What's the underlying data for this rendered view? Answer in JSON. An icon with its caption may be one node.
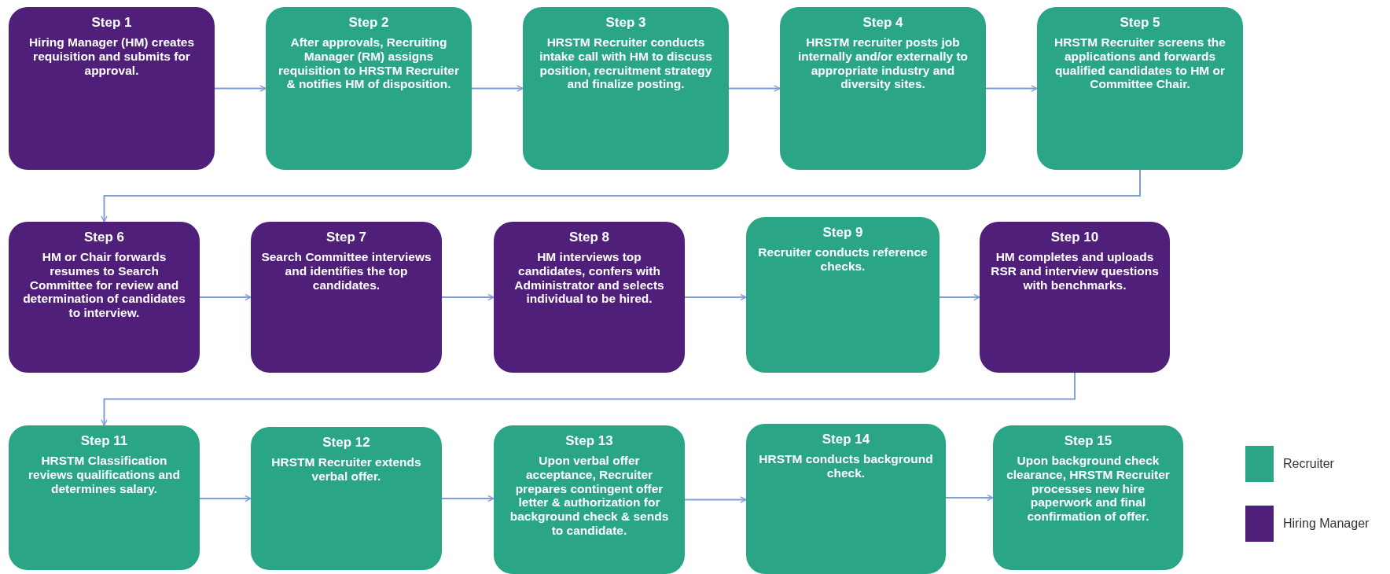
{
  "diagram": {
    "nodes": [
      {
        "text": [
          "Step 1",
          "Hiring Manager (HM) creates requisition and submits for approval."
        ]
      },
      {
        "text": [
          "Step 2",
          "After approvals, Recruiting Manager (RM) assigns requisition to HRSTM Recruiter & notifies HM of disposition."
        ]
      },
      {
        "text": [
          "Step 3",
          "HRSTM Recruiter conducts intake call with HM to discuss position, recruitment strategy and finalize posting."
        ]
      },
      {
        "text": [
          "Step 4",
          "HRSTM recruiter posts job internally and/or externally to appropriate industry and diversity sites."
        ]
      },
      {
        "text": [
          "Step 5",
          "HRSTM Recruiter screens the applications and forwards qualified candidates to HM or Committee Chair."
        ]
      },
      {
        "text": [
          "Step 6",
          "HM or Chair forwards resumes to Search Committee for review and determination of candidates to interview."
        ]
      },
      {
        "text": [
          "Step 7",
          "Search Committee interviews and identifies the top candidates."
        ]
      },
      {
        "text": [
          "Step 8",
          "HM interviews top candidates, confers with Administrator and selects individual to be hired."
        ]
      },
      {
        "text": [
          "Step 9",
          "Recruiter  conducts reference checks."
        ]
      },
      {
        "text": [
          "Step 10",
          "HM completes and uploads RSR  and interview questions with benchmarks."
        ]
      },
      {
        "text": [
          "Step 11",
          "HRSTM Classification reviews qualifications and determines salary."
        ]
      },
      {
        "text": [
          "Step 12",
          "HRSTM Recruiter extends verbal offer."
        ]
      },
      {
        "text": [
          "Step 13",
          "Upon verbal offer acceptance, Recruiter prepares contingent offer letter & authorization for background check & sends to candidate."
        ]
      },
      {
        "text": [
          "Step 14",
          "HRSTM conducts background check."
        ]
      },
      {
        "text": [
          "Step 15",
          "Upon background check clearance, HRSTM Recruiter processes new hire paperwork and final confirmation of offer."
        ]
      }
    ],
    "edges": [
      {
        "from": 0,
        "to": 1,
        "arrow": "to"
      },
      {
        "from": 1,
        "to": 2,
        "arrow": "to"
      },
      {
        "from": 2,
        "to": 3,
        "arrow": "to"
      },
      {
        "from": 3,
        "to": 4,
        "arrow": "to"
      },
      {
        "from": 4,
        "to": 5,
        "arrow": "to"
      },
      {
        "from": 5,
        "to": 6,
        "arrow": "to"
      },
      {
        "from": 6,
        "to": 7,
        "arrow": "to"
      },
      {
        "from": 7,
        "to": 8,
        "arrow": "to"
      },
      {
        "from": 8,
        "to": 9,
        "arrow": "to"
      },
      {
        "from": 9,
        "to": 10,
        "arrow": "to"
      },
      {
        "from": 10,
        "to": 11,
        "arrow": "to"
      },
      {
        "from": 11,
        "to": 12,
        "arrow": "to"
      },
      {
        "from": 12,
        "to": 13,
        "arrow": "to"
      },
      {
        "from": 13,
        "to": 14,
        "arrow": "to"
      }
    ],
    "legend": [
      {
        "text": "Recruiter",
        "color": "#2aa585"
      },
      {
        "text": "Hiring Manager",
        "color": "#4f1f7a"
      }
    ]
  }
}
